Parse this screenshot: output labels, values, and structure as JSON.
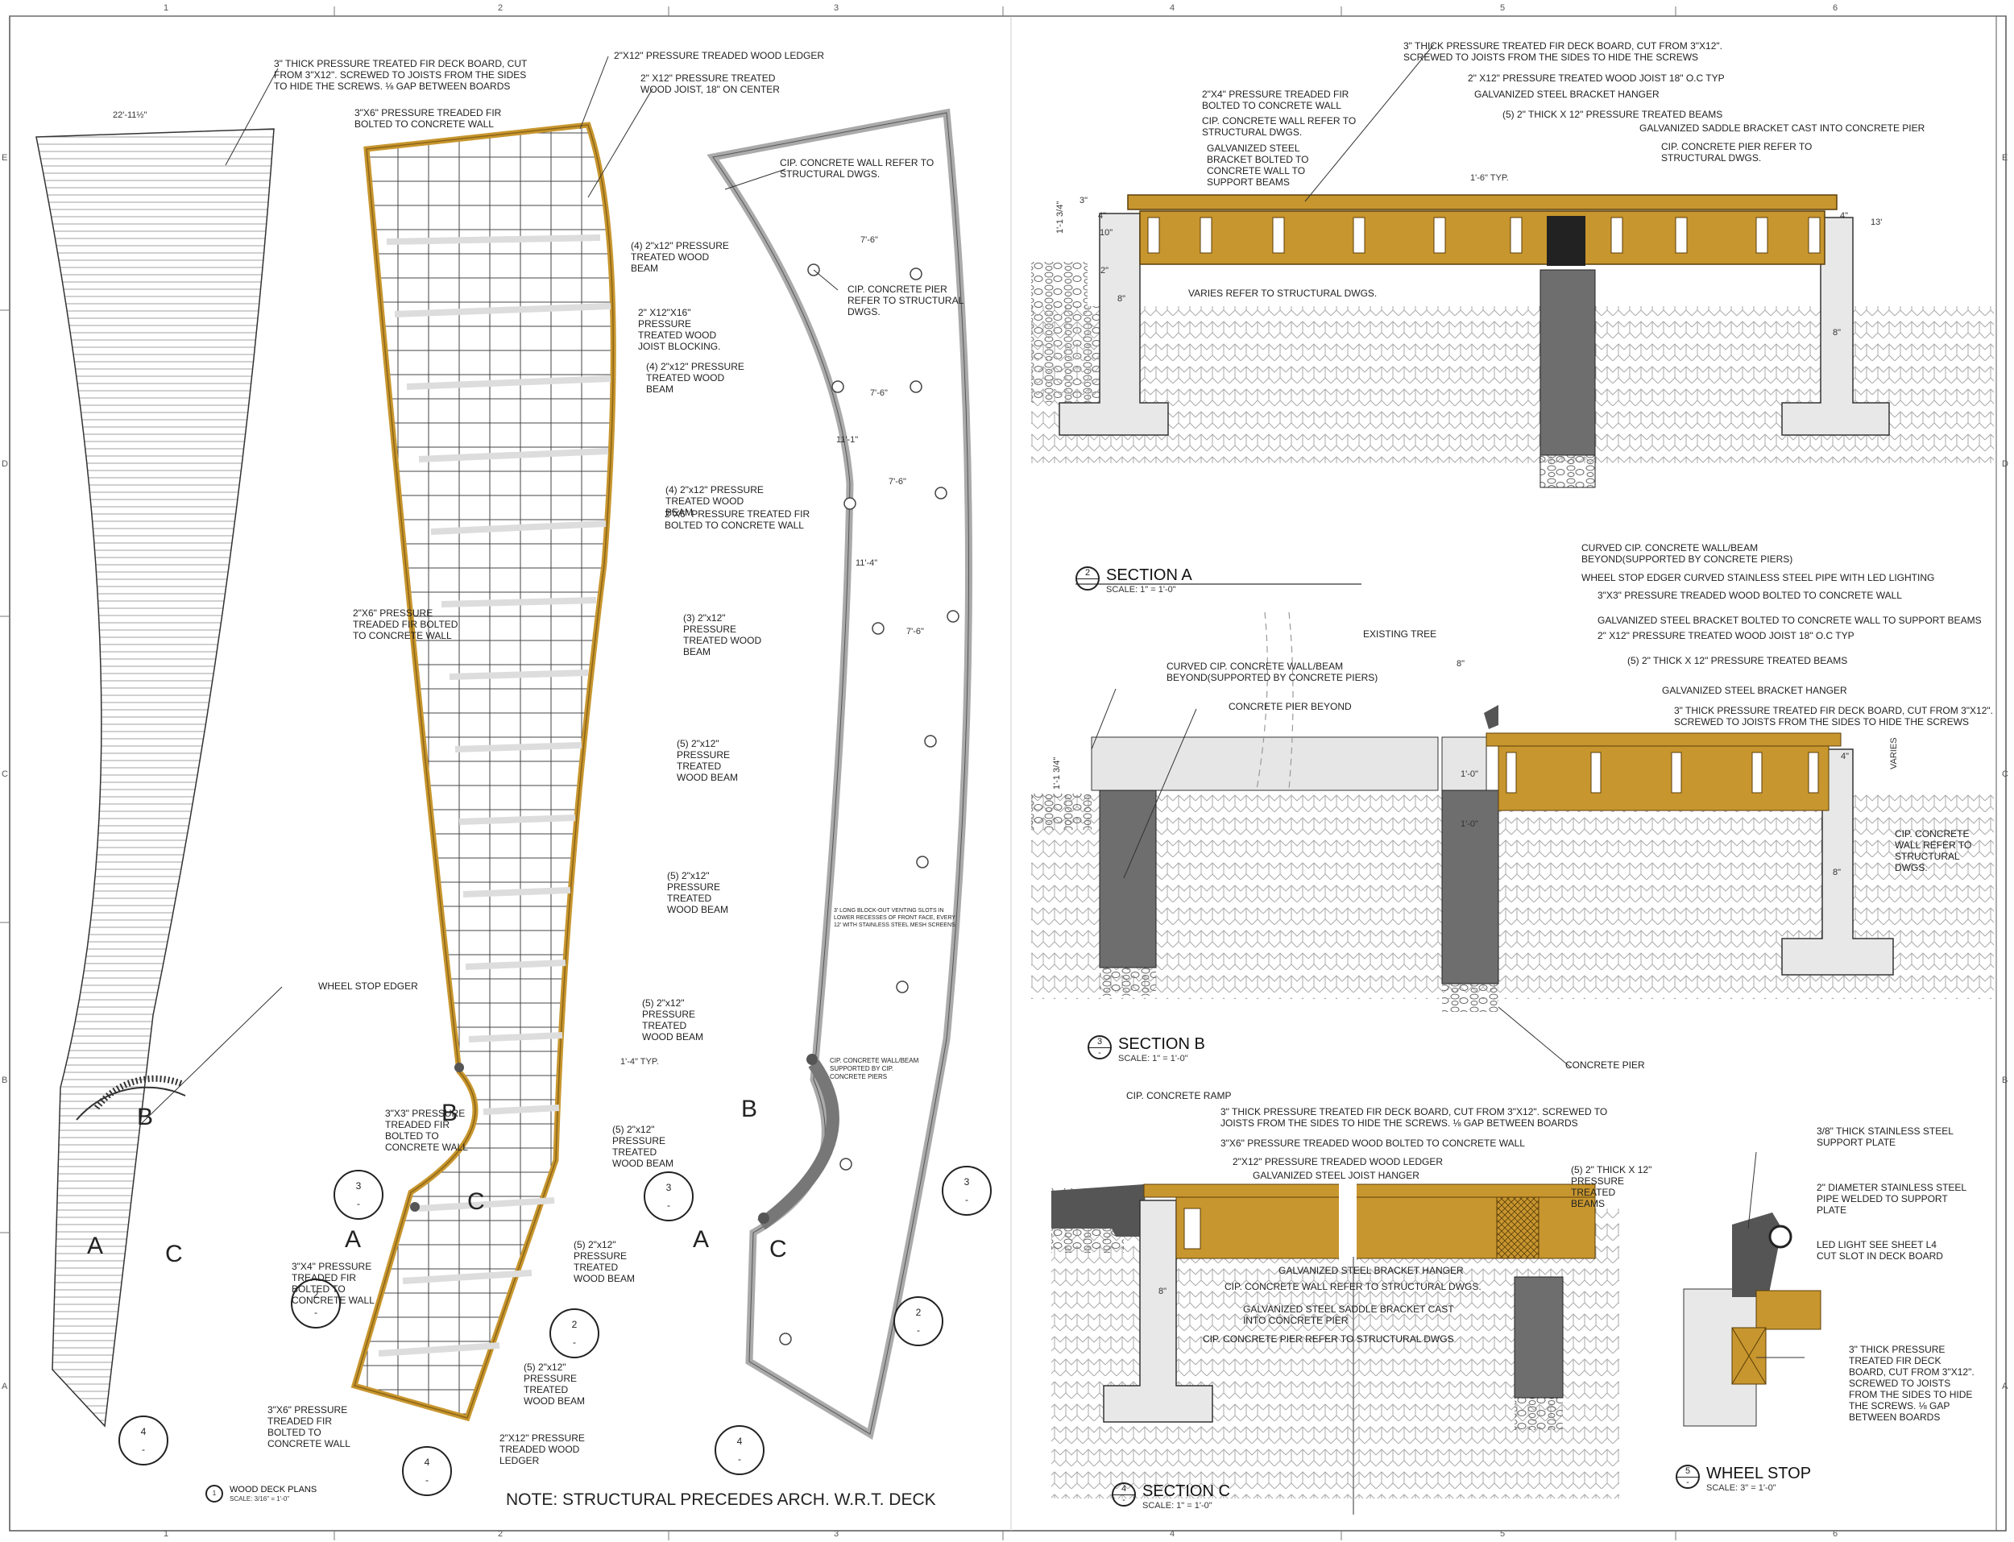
{
  "grid": {
    "columns": [
      "1",
      "2",
      "3",
      "4",
      "5",
      "6"
    ],
    "rows": [
      "E",
      "D",
      "C",
      "B",
      "A"
    ]
  },
  "plan": {
    "title": "WOOD DECK PLANS",
    "scale": "SCALE: 3/16\" = 1'-0\"",
    "bubble_num": "1",
    "bubble_sheet": "-",
    "general_note": "NOTE: STRUCTURAL PRECEDES ARCH. W.R.T. DECK",
    "dim_top": "22'-11½\"",
    "deck_board_note": "3\" THICK PRESSURE TREATED FIR DECK BOARD, CUT\nFROM 3\"X12\".  SCREWED TO JOISTS FROM THE SIDES\nTO HIDE THE SCREWS. ⅛ GAP BETWEEN BOARDS",
    "ledger_note": "2\"X12\" PRESSURE TREADED WOOD LEDGER",
    "joist_note": "2\" X12\" PRESSURE TREATED\nWOOD JOIST, 18\" ON CENTER",
    "fir_top_note": "3\"X6\" PRESSURE TREADED FIR\nBOLTED TO CONCRETE WALL",
    "beam1": "(4)  2\"x12\" PRESSURE\nTREATED WOOD\nBEAM",
    "blocking": "2\" X12\"X16\"\nPRESSURE\nTREATED WOOD\nJOIST BLOCKING.",
    "beam2": "(4)  2\"x12\" PRESSURE\nTREATED WOOD\nBEAM",
    "beam3": "(4)  2\"x12\" PRESSURE\nTREATED WOOD\nBEAM",
    "fir_mid": "2\"X6\" PRESSURE TREATED FIR\nBOLTED TO CONCRETE WALL",
    "beam4": "(3)  2\"x12\"\nPRESSURE\nTREATED WOOD\nBEAM",
    "beam5": "(5)  2\"x12\"\nPRESSURE\nTREATED\nWOOD BEAM",
    "beam6": "(5)  2\"x12\"\nPRESSURE\nTREATED\nWOOD BEAM",
    "beam7": "(5)  2\"x12\"\nPRESSURE\nTREATED\nWOOD BEAM",
    "beam8": "(5)  2\"x12\"\nPRESSURE\nTREATED\nWOOD BEAM",
    "beam9": "(5)  2\"x12\"\nPRESSURE\nTREATED\nWOOD BEAM",
    "beam10": "(5)  2\"x12\"\nPRESSURE\nTREATED\nWOOD BEAM",
    "fir_left": "2\"X6\" PRESSURE\nTREADED FIR BOLTED\nTO CONCRETE WALL",
    "fir_3x3": "3\"X3\" PRESSURE\nTREADED FIR\nBOLTED TO\nCONCRETE WALL",
    "fir_3x4": "3\"X4\" PRESSURE\nTREADED FIR\nBOLTED TO\nCONCRETE WALL",
    "fir_3x6b": "3\"X6\" PRESSURE\nTREADED FIR\nBOLTED TO\nCONCRETE WALL",
    "ledger_bottom": "2\"X12\" PRESSURE\nTREADED WOOD\nLEDGER",
    "wheel_stop": "WHEEL STOP EDGER",
    "joist_typ": "1'-4\" TYP.",
    "cip_wall": "CIP. CONCRETE WALL REFER TO\nSTRUCTURAL DWGS.",
    "cip_pier": "CIP. CONCRETE PIER\nREFER TO STRUCTURAL\nDWGS.",
    "venting": "3' LONG BLOCK-OUT VENTING SLOTS IN\nLOWER RECESSES OF FRONT FACE, EVERY\n12' WITH STAINLESS STEEL MESH SCREENS",
    "cip_beam": "CIP. CONCRETE WALL/BEAM\nSUPPORTED BY CIP.\nCONCRETE PIERS",
    "pier_dims": [
      "7'-6\"",
      "7'-6\"",
      "7'-6\"",
      "7'-6\"",
      "11'-1\"",
      "11'-4\""
    ],
    "tags": [
      "A",
      "B",
      "C"
    ],
    "section_bubbles": [
      {
        "num": "2",
        "sheet": "-"
      },
      {
        "num": "3",
        "sheet": "-"
      },
      {
        "num": "4",
        "sheet": "-"
      }
    ]
  },
  "section_a": {
    "title": "SECTION A",
    "scale": "SCALE:  1\" = 1'-0\"",
    "bubble_num": "2",
    "bubble_sheet": "-",
    "n1": "3\" THICK PRESSURE TREATED FIR DECK BOARD, CUT FROM 3\"X12\".\nSCREWED TO JOISTS FROM THE SIDES TO HIDE THE SCREWS",
    "n2": "2\" X12\" PRESSURE TREATED WOOD JOIST 18\" O.C TYP",
    "n3": "GALVANIZED STEEL BRACKET HANGER",
    "n4": "(5)   2\" THICK X 12\" PRESSURE TREATED  BEAMS",
    "n5": "GALVANIZED SADDLE BRACKET CAST INTO CONCRETE PIER",
    "n6": "CIP. CONCRETE PIER REFER TO\nSTRUCTURAL DWGS.",
    "n7": "2\"X4\" PRESSURE TREADED FIR\nBOLTED TO CONCRETE WALL",
    "n8": "CIP. CONCRETE WALL REFER TO\nSTRUCTURAL DWGS.",
    "n9": "GALVANIZED STEEL\nBRACKET  BOLTED TO\nCONCRETE WALL TO\nSUPPORT BEAMS",
    "typ": "1'-6\" TYP.",
    "varies": "VARIES  REFER TO STRUCTURAL DWGS.",
    "dims": [
      "3\"",
      "4\"",
      "10\"",
      "1'-1 3/4\"",
      "2\"",
      "8\"",
      "4\"",
      "13'",
      "8\""
    ]
  },
  "section_b": {
    "title": "SECTION B",
    "scale": "SCALE:  1\" = 1'-0\"",
    "bubble_num": "3",
    "bubble_sheet": "-",
    "n1": "CURVED CIP. CONCRETE WALL/BEAM\nBEYOND(SUPPORTED BY CONCRETE PIERS)",
    "n2": "WHEEL STOP EDGER CURVED STAINLESS STEEL PIPE WITH LED LIGHTING",
    "n3": "3\"X3\" PRESSURE TREADED WOOD BOLTED TO CONCRETE WALL",
    "n4": "EXISTING TREE",
    "n5": "GALVANIZED STEEL BRACKET  BOLTED TO CONCRETE WALL TO SUPPORT BEAMS",
    "n6": "2\" X12\" PRESSURE TREATED WOOD JOIST 18\" O.C TYP",
    "n7": "CURVED CIP. CONCRETE WALL/BEAM\nBEYOND(SUPPORTED BY CONCRETE PIERS)",
    "n8": "(5)   2\" THICK X 12\" PRESSURE TREATED  BEAMS",
    "n9": "CONCRETE PIER BEYOND",
    "n10": "GALVANIZED STEEL BRACKET HANGER",
    "n11": "3\" THICK PRESSURE TREATED FIR DECK BOARD, CUT FROM 3\"X12\".\nSCREWED TO JOISTS FROM THE SIDES TO HIDE THE SCREWS",
    "n12": "CIP. CONCRETE\nWALL REFER TO\nSTRUCTURAL\nDWGS.",
    "n13": "CONCRETE PIER",
    "varies": "VARIES",
    "dims": [
      "8\"",
      "1'-1 3/4\"",
      "1'-0\"",
      "1'-0\"",
      "4\"",
      "8\""
    ]
  },
  "section_c": {
    "title": "SECTION C",
    "scale": "SCALE:  1\" = 1'-0\"",
    "bubble_num": "4",
    "bubble_sheet": "-",
    "n1": "CIP. CONCRETE RAMP",
    "n2": "3\" THICK PRESSURE TREATED FIR DECK BOARD, CUT FROM 3\"X12\".  SCREWED TO\nJOISTS FROM THE SIDES TO HIDE THE SCREWS. ⅛ GAP BETWEEN BOARDS",
    "n3": "3\"X6\" PRESSURE TREADED WOOD BOLTED TO CONCRETE WALL",
    "n4": "2\"X12\" PRESSURE TREADED WOOD LEDGER",
    "n5": "GALVANIZED STEEL JOIST HANGER",
    "n6": "(5)   2\" THICK X 12\"\nPRESSURE\nTREATED\nBEAMS",
    "n7": "GALVANIZED STEEL BRACKET HANGER",
    "n8": "CIP. CONCRETE WALL REFER TO STRUCTURAL DWGS.",
    "n9": "GALVANIZED STEEL SADDLE BRACKET CAST\nINTO CONCRETE PIER",
    "n10": "CIP. CONCRETE PIER REFER TO STRUCTURAL DWGS",
    "dims": [
      "8\""
    ]
  },
  "wheel_stop": {
    "title": "WHEEL STOP",
    "scale": "SCALE:  3\" = 1'-0\"",
    "bubble_num": "5",
    "bubble_sheet": "-",
    "n1": "3/8\" THICK STAINLESS STEEL\nSUPPORT PLATE",
    "n2": "2\" DIAMETER  STAINLESS STEEL\nPIPE WELDED TO SUPPORT\nPLATE",
    "n3": "LED LIGHT SEE SHEET L4\nCUT SLOT IN DECK BOARD",
    "n4": "3\" THICK PRESSURE\nTREATED FIR DECK\nBOARD, CUT FROM 3\"X12\".\nSCREWED TO JOISTS\nFROM THE SIDES TO HIDE\nTHE SCREWS. ⅛ GAP\nBETWEEN BOARDS"
  },
  "colors": {
    "wood": "#c8962e",
    "wood_dark": "#8a6418",
    "concrete": "#e4e4e4",
    "pier": "#6e6e6e",
    "line": "#222222"
  }
}
